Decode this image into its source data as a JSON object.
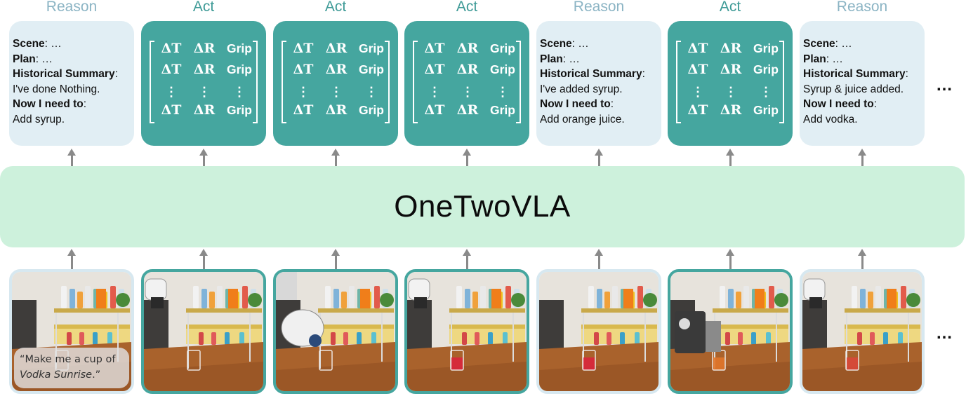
{
  "model": {
    "name": "OneTwoVLA"
  },
  "columns": [
    {
      "mode": "reason",
      "label": "Reason",
      "reason": {
        "scene_key": "Scene",
        "scene_val": ": …",
        "plan_key": "Plan",
        "plan_val": ": …",
        "summary_key": "Historical Summary",
        "summary_colon": ":",
        "summary_text": "I've done Nothing.",
        "next_key": "Now I need to",
        "next_colon": ":",
        "next_text": "Add syrup."
      }
    },
    {
      "mode": "act",
      "label": "Act"
    },
    {
      "mode": "act",
      "label": "Act"
    },
    {
      "mode": "act",
      "label": "Act"
    },
    {
      "mode": "reason",
      "label": "Reason",
      "reason": {
        "scene_key": "Scene",
        "scene_val": ": …",
        "plan_key": "Plan",
        "plan_val": ": …",
        "summary_key": "Historical Summary",
        "summary_colon": ":",
        "summary_text": "I've added syrup.",
        "next_key": "Now I need to",
        "next_colon": ":",
        "next_text": "Add orange juice."
      }
    },
    {
      "mode": "act",
      "label": "Act"
    },
    {
      "mode": "reason",
      "label": "Reason",
      "reason": {
        "scene_key": "Scene",
        "scene_val": ": …",
        "plan_key": "Plan",
        "plan_val": ": …",
        "summary_key": "Historical Summary",
        "summary_colon": ":",
        "summary_text": "Syrup & juice added.",
        "next_key": "Now I need to",
        "next_colon": ":",
        "next_text": "Add vodka."
      }
    }
  ],
  "action_matrix": {
    "headers": [
      "ΔT",
      "ΔR",
      "Grip"
    ],
    "vdots": "⋮"
  },
  "instruction": {
    "line1": "“Make me a cup of",
    "line2_italic": "Vodka Sunrise",
    "line2_end": ".”"
  },
  "continuation": "…",
  "colors": {
    "reason_card": "#e1eef4",
    "act_card": "#45a69f",
    "model_box": "#cdf1dc",
    "reason_label": "#8bb4c4",
    "act_label": "#3d9a96",
    "arrow": "#8a8a8a"
  },
  "frames": [
    {
      "robot": "none",
      "drink": "empty",
      "border": "reason"
    },
    {
      "robot": "gripper-left",
      "drink": "empty",
      "border": "act"
    },
    {
      "robot": "arm-close",
      "drink": "empty",
      "border": "act"
    },
    {
      "robot": "gripper-pour",
      "drink": "red",
      "border": "act"
    },
    {
      "robot": "none",
      "drink": "red",
      "border": "reason"
    },
    {
      "robot": "gripper-big",
      "drink": "orange",
      "border": "act"
    },
    {
      "robot": "gripper-side",
      "drink": "red-orange",
      "border": "reason"
    }
  ]
}
